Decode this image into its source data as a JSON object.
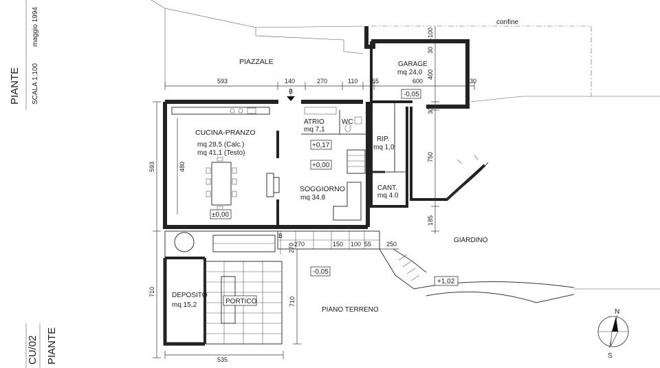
{
  "title_block": {
    "title": "PIANTE",
    "scale": "SCALA 1:100",
    "date": "maggio 1994",
    "sheet_code": "CU/02",
    "sheet_title": "PIANTE"
  },
  "rooms": {
    "piazzale": "PIAZZALE",
    "garage_name": "GARAGE",
    "garage_area": "mq 24,0",
    "atrio_name": "ATRIO",
    "atrio_area": "mq 7,1",
    "wc": "WC",
    "cucina_name": "CUCINA-PRANZO",
    "cucina_area_calc": "mq 28,5 (Calc.)",
    "cucina_area_testo": "mq 41,1 (Testo)",
    "rip_name": "RIP.",
    "rip_area": "mq 1,0",
    "soggiorno_name": "SOGGIORNO",
    "soggiorno_area": "mq 34.8",
    "cant_name": "CANT.",
    "cant_area": "mq 4.0",
    "deposito_name": "DEPOSITO",
    "deposito_area": "mq 15,2",
    "portico": "PORTICO",
    "giardino": "GIARDINO",
    "piano_terreno": "PIANO TERRENO",
    "confine": "confine"
  },
  "levels": {
    "garage": "-0,05",
    "atrio": "+0,17",
    "soggiorno": "+0,00",
    "cucina": "±0,00",
    "esterno": "-0,05",
    "giardino": "+1,02"
  },
  "dimensions": {
    "top": [
      "593",
      "140",
      "270",
      "110",
      "55",
      "600",
      "30"
    ],
    "mid": [
      "270",
      "150",
      "100",
      "55",
      "250"
    ],
    "left_upper": "593",
    "left_lower": "710",
    "inner_480": "480",
    "right_garage": "400",
    "right_100": "-100",
    "right_30a": "30",
    "right_30b": "30",
    "right_750": "750",
    "right_185": "185",
    "portico_710": "710",
    "bottom": "535",
    "section_mark": "B",
    "section_mark_b": "B"
  },
  "compass": {
    "north": "N",
    "south": "S"
  }
}
